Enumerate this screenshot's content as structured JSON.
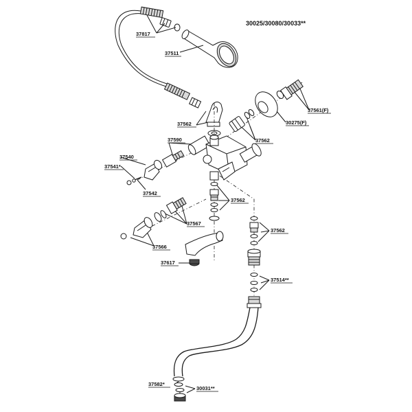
{
  "diagram": {
    "title": "30025/30080/30033**",
    "labels": {
      "hose": "37817",
      "shower_head": "37511",
      "holder": "37562",
      "eccentric_connector": "37561(F)",
      "rosette": "30275(F)",
      "nut_set": "37562",
      "valve_body": "37590",
      "handle_left_top": "37540",
      "screw_cap": "37541*",
      "handle_button": "37542",
      "cartridge": "37567",
      "handle_lower": "37566",
      "aerator": "37617",
      "diverter_gaskets": "37562",
      "lower_connector": "37562",
      "o_ring_set": "37514**",
      "spout_base_a": "37582*",
      "spout_base_b": "30031**"
    }
  }
}
